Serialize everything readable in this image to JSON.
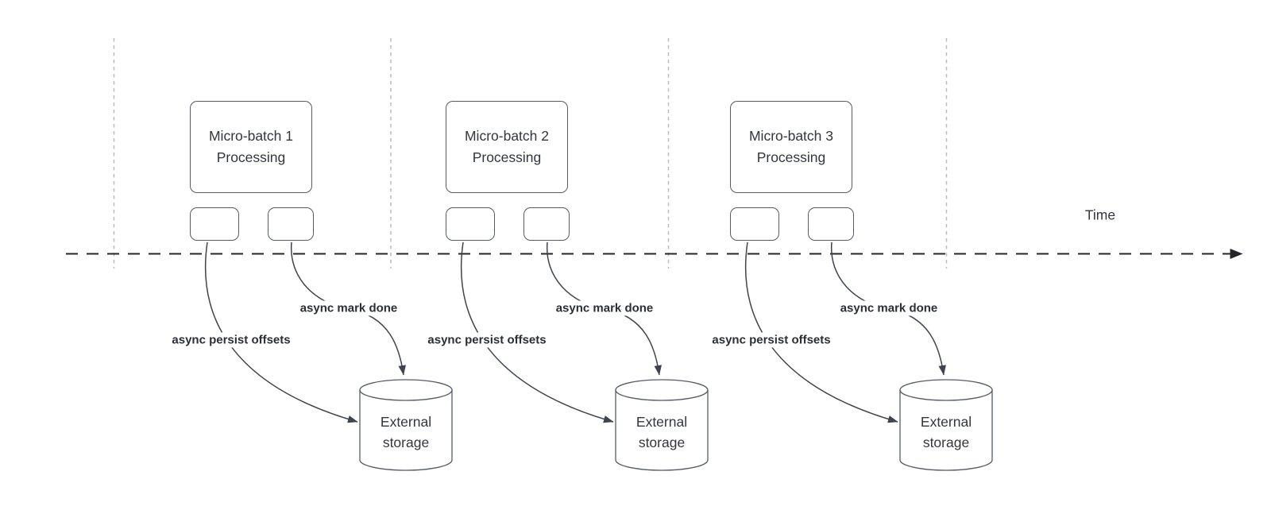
{
  "diagram": {
    "title_hint": "micro-batch async checkpointing timeline",
    "time_axis": {
      "label": "Time"
    },
    "groups": [
      {
        "box_label": "Micro-batch 1 Processing",
        "persist_label": "async persist offsets",
        "done_label": "async mark done",
        "storage_label": "External storage"
      },
      {
        "box_label": "Micro-batch 2 Processing",
        "persist_label": "async persist offsets",
        "done_label": "async mark done",
        "storage_label": "External storage"
      },
      {
        "box_label": "Micro-batch 3 Processing",
        "persist_label": "async persist offsets",
        "done_label": "async mark done",
        "storage_label": "External storage"
      }
    ],
    "colors": {
      "background": "#ffffff",
      "shape_stroke": "#555b66",
      "shape_text": "#33363e",
      "edge_stroke": "#3e434d",
      "edge_label_text": "#2b2e35",
      "axis_line": "#24262c",
      "guide_line": "#b9bcc0"
    }
  }
}
